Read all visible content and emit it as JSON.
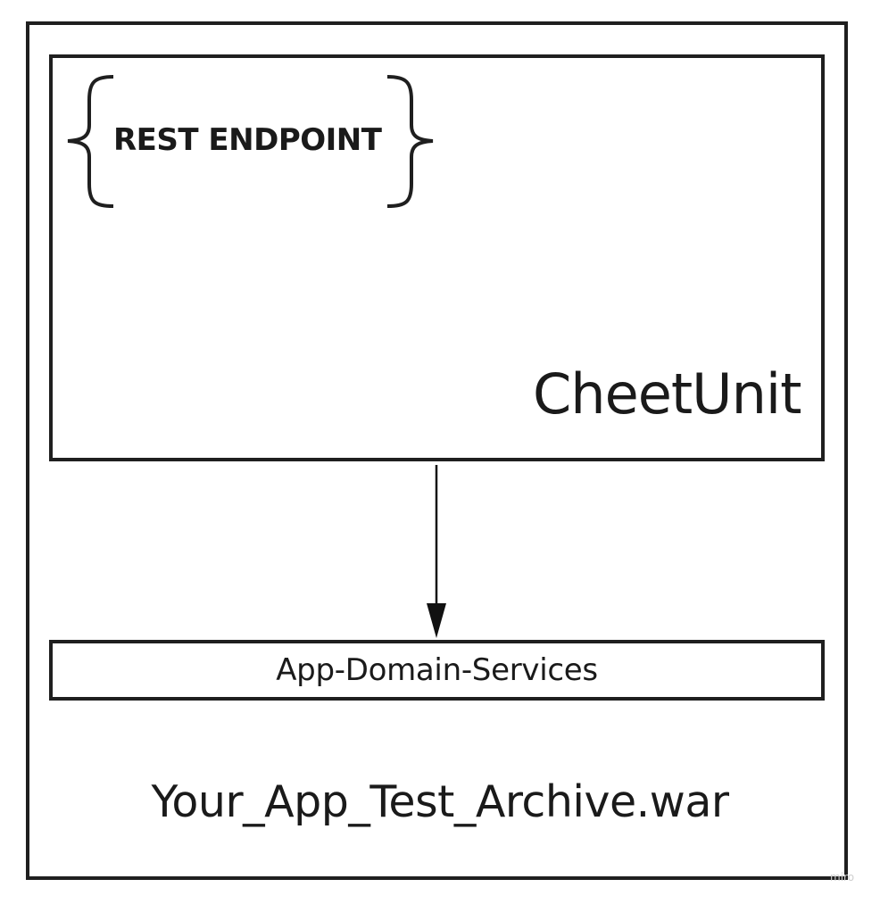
{
  "diagram": {
    "outer_label": "Your_App_Test_Archive.war",
    "top_box_label": "CheetUnit",
    "endpoint_label": "REST ENDPOINT",
    "service_box_label": "App-Domain-Services",
    "watermark": "miro"
  },
  "colors": {
    "stroke": "#1f1f1f",
    "text": "#1a1a1a",
    "background": "#ffffff"
  }
}
